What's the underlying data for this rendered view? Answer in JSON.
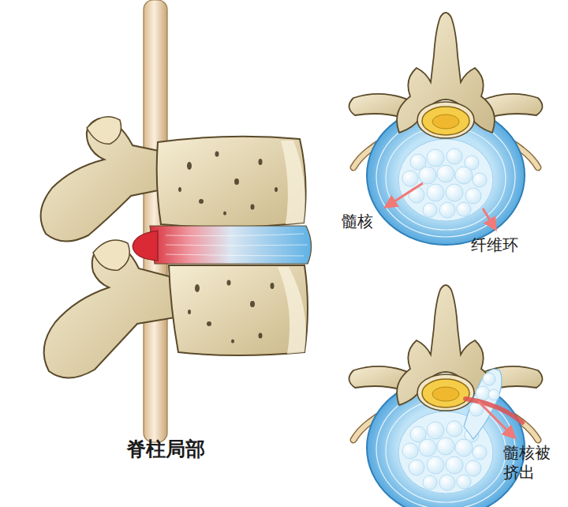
{
  "diagram": {
    "labels": [
      "髓核",
      "纤维环",
      "髓核被 挤出",
      "脊柱局部"
    ]
  }
}
